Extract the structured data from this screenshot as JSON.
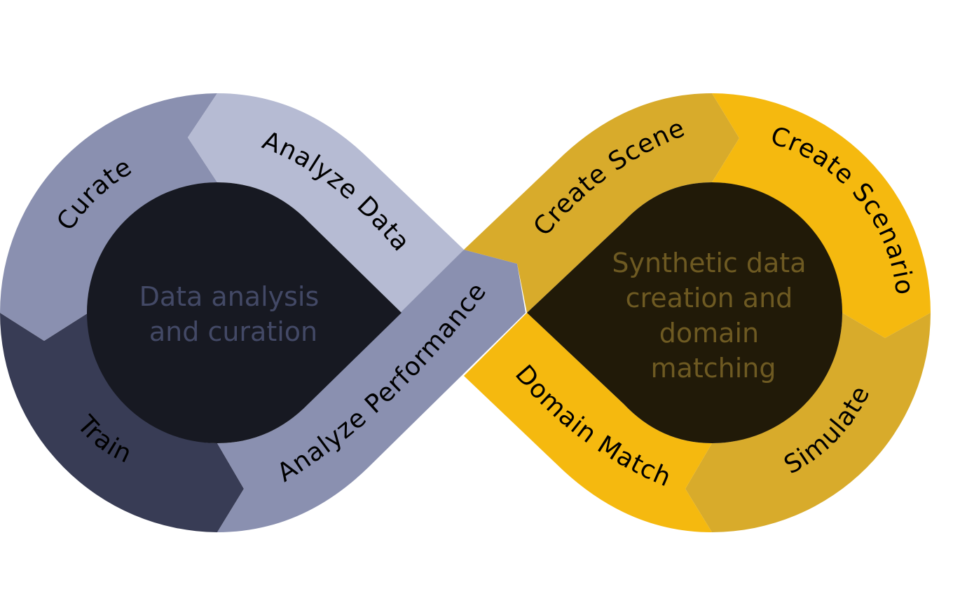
{
  "diagram": {
    "title": "Synthetic data and data curation infinity loop",
    "left_loop": {
      "center_text": [
        "Data analysis",
        "and curation"
      ],
      "center_text_color": "#434966",
      "center_fill": "#171922",
      "segments": [
        {
          "label": "Curate",
          "color": "#8a90b0"
        },
        {
          "label": "Analyze Data",
          "color": "#b6bbd3"
        },
        {
          "label": "Analyze Performance",
          "color": "#8a90b0"
        },
        {
          "label": "Train",
          "color": "#383c55"
        }
      ]
    },
    "right_loop": {
      "center_text": [
        "Synthetic data",
        "creation and",
        "domain",
        "matching"
      ],
      "center_text_color": "#6e5a22",
      "center_fill": "#211a08",
      "segments": [
        {
          "label": "Create Scene",
          "color": "#d8ab2b"
        },
        {
          "label": "Create Scenario",
          "color": "#f5b90f"
        },
        {
          "label": "Simulate",
          "color": "#d8ab2b"
        },
        {
          "label": "Domain Match",
          "color": "#f5b90f"
        }
      ]
    }
  }
}
